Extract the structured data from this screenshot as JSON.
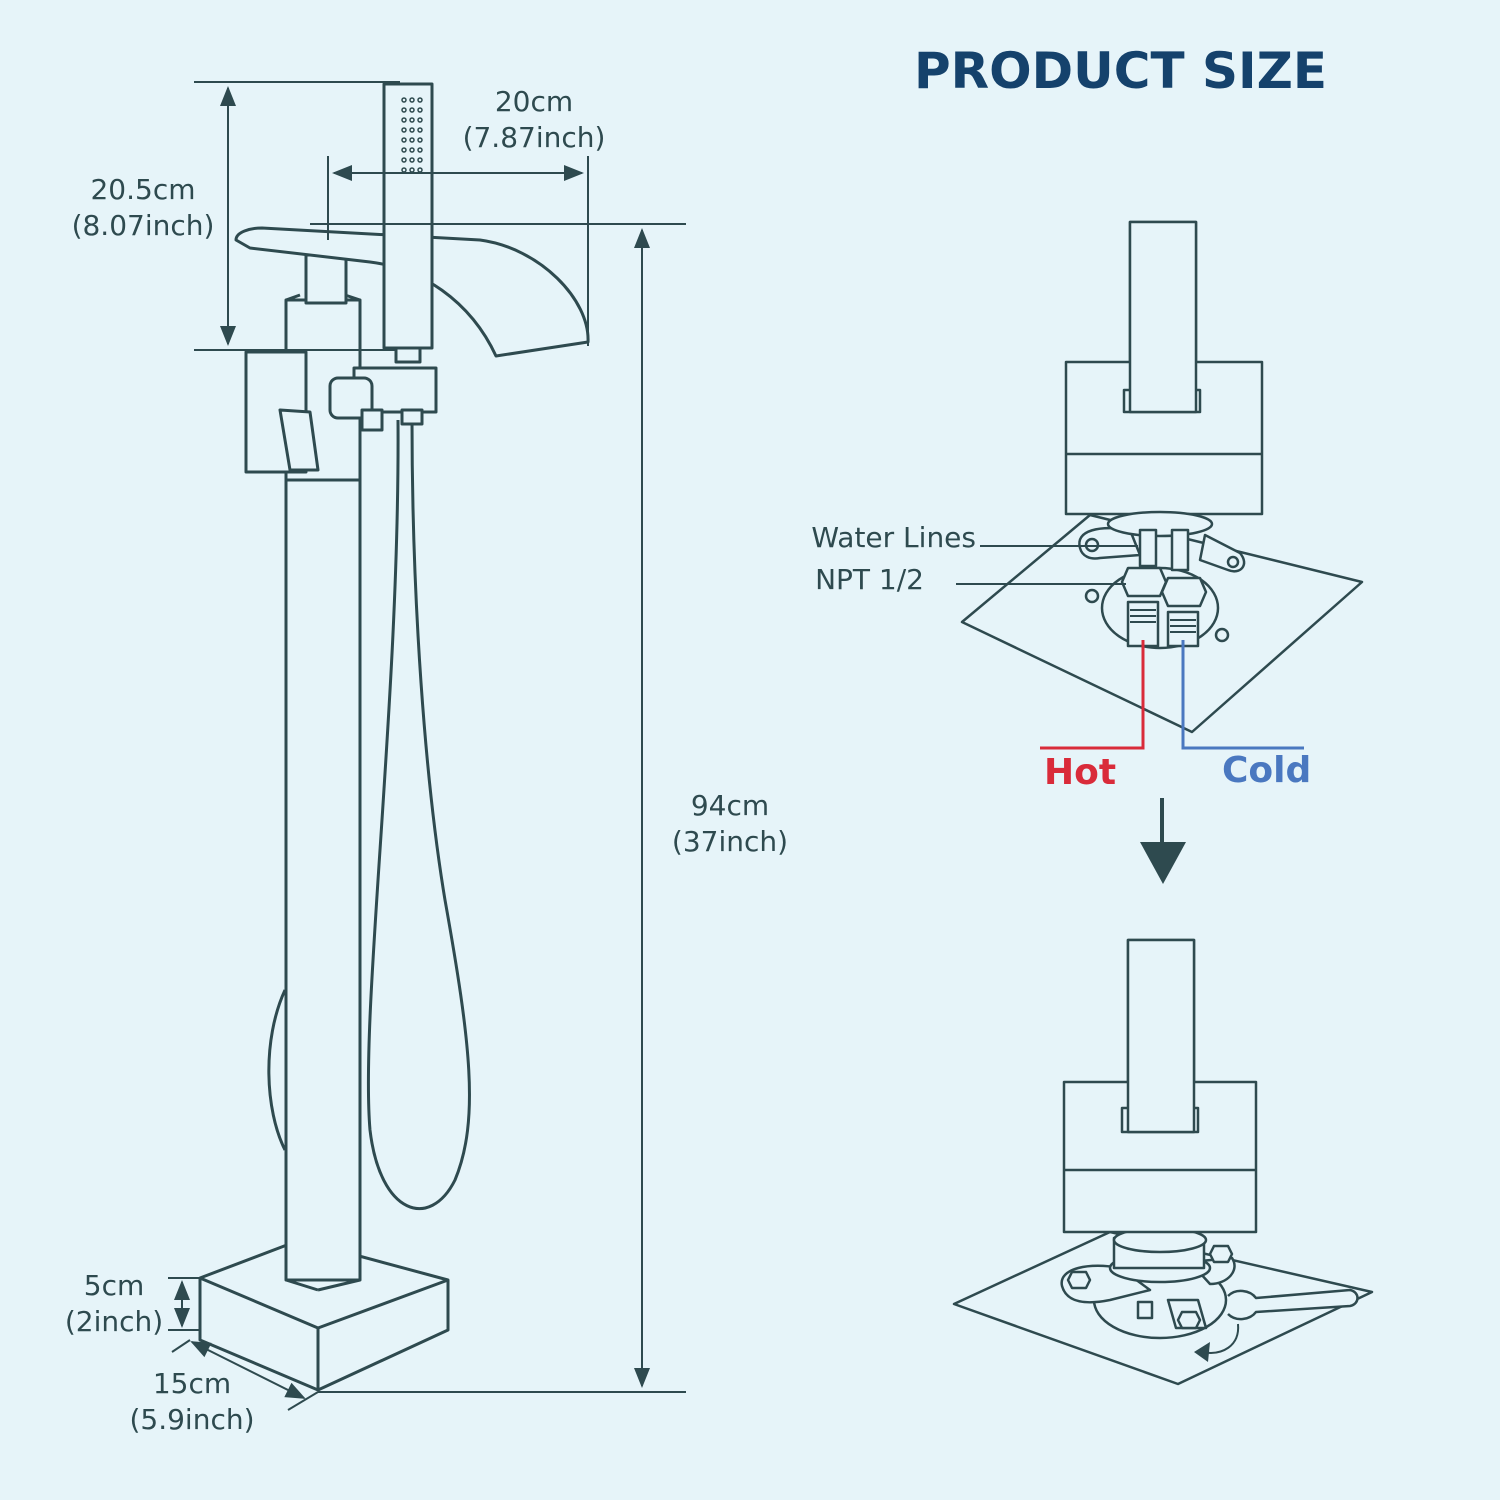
{
  "title": "PRODUCT SIZE",
  "dimensions": {
    "hand_shower_width": {
      "metric": "20cm",
      "imperial": "(7.87inch)"
    },
    "spout_height": {
      "metric": "20.5cm",
      "imperial": "(8.07inch)"
    },
    "total_height": {
      "metric": "94cm",
      "imperial": "(37inch)"
    },
    "base_height": {
      "metric": "5cm",
      "imperial": "(2inch)"
    },
    "base_width": {
      "metric": "15cm",
      "imperial": "(5.9inch)"
    }
  },
  "install": {
    "water_lines_label": "Water Lines",
    "npt_label": "NPT 1/2",
    "hot_label": "Hot",
    "cold_label": "Cold"
  },
  "colors": {
    "background": "#e6f4f9",
    "line": "#2e4a4f",
    "title": "#15426c",
    "hot": "#d92b3a",
    "cold": "#4a78c0"
  }
}
